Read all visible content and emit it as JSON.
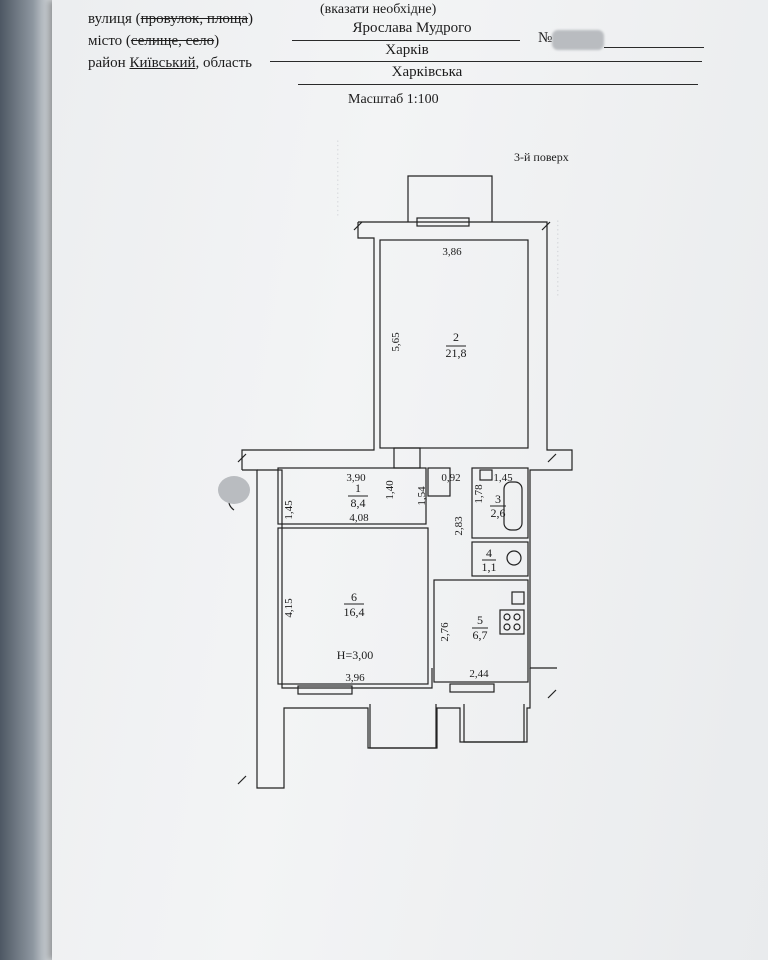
{
  "header": {
    "note": "(вказати необхідне)",
    "street_prefix": "вулиця (",
    "street_strike": "провулок, площа",
    "street_suffix": ")",
    "street_value": "Ярослава Мудрого",
    "number_label": "№",
    "city_prefix": "місто (",
    "city_strike": "селище, село",
    "city_suffix": ")",
    "city_value": "Харків",
    "district_label": "район",
    "district_value": "Київський",
    "region_label": ", область",
    "region_value": "Харківська",
    "scale": "Масштаб 1:100"
  },
  "plan": {
    "floor_label": "3-й поверх",
    "rooms": [
      {
        "number": "2",
        "area": "21,8"
      },
      {
        "number": "1",
        "area": "8,4"
      },
      {
        "number": "3",
        "area": "2,6"
      },
      {
        "number": "4",
        "area": "1,1"
      },
      {
        "number": "5",
        "area": "6,7"
      },
      {
        "number": "6",
        "area": "16,4"
      }
    ],
    "height_label": "Н=3,00",
    "dimensions": {
      "d386": "3,86",
      "d565": "5,65",
      "d390": "3,90",
      "d140": "1,40",
      "d154": "1,54",
      "d092": "0,92",
      "d145": "1,45",
      "d178": "1,78",
      "d283": "2,83",
      "d145b": "1,45",
      "d408": "4,08",
      "d415": "4,15",
      "d276": "2,76",
      "d396": "3,96",
      "d244": "2,44"
    }
  }
}
